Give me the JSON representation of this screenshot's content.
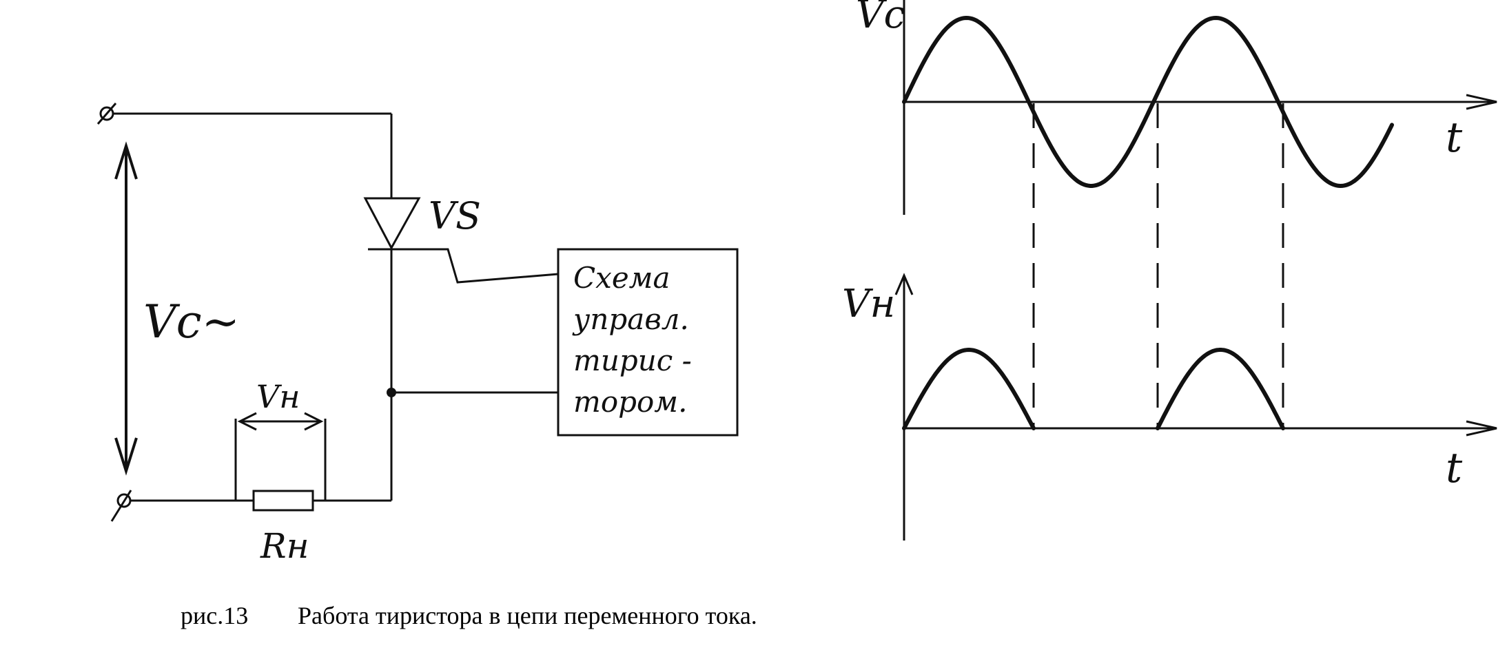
{
  "circuit": {
    "source_label": "Vc~",
    "thyristor_label": "VS",
    "load_voltage_label": "Vн",
    "load_resistor_label": "Rн",
    "control_box_lines": [
      "Схема",
      "управл.",
      "тирис -",
      "тором."
    ]
  },
  "graphs": {
    "top_ylabel": "Vc",
    "top_xlabel": "t",
    "bottom_ylabel": "Vн",
    "bottom_xlabel": "t"
  },
  "caption": {
    "number": "рис.13",
    "text": "Работа тиристора в цепи переменного тока."
  }
}
